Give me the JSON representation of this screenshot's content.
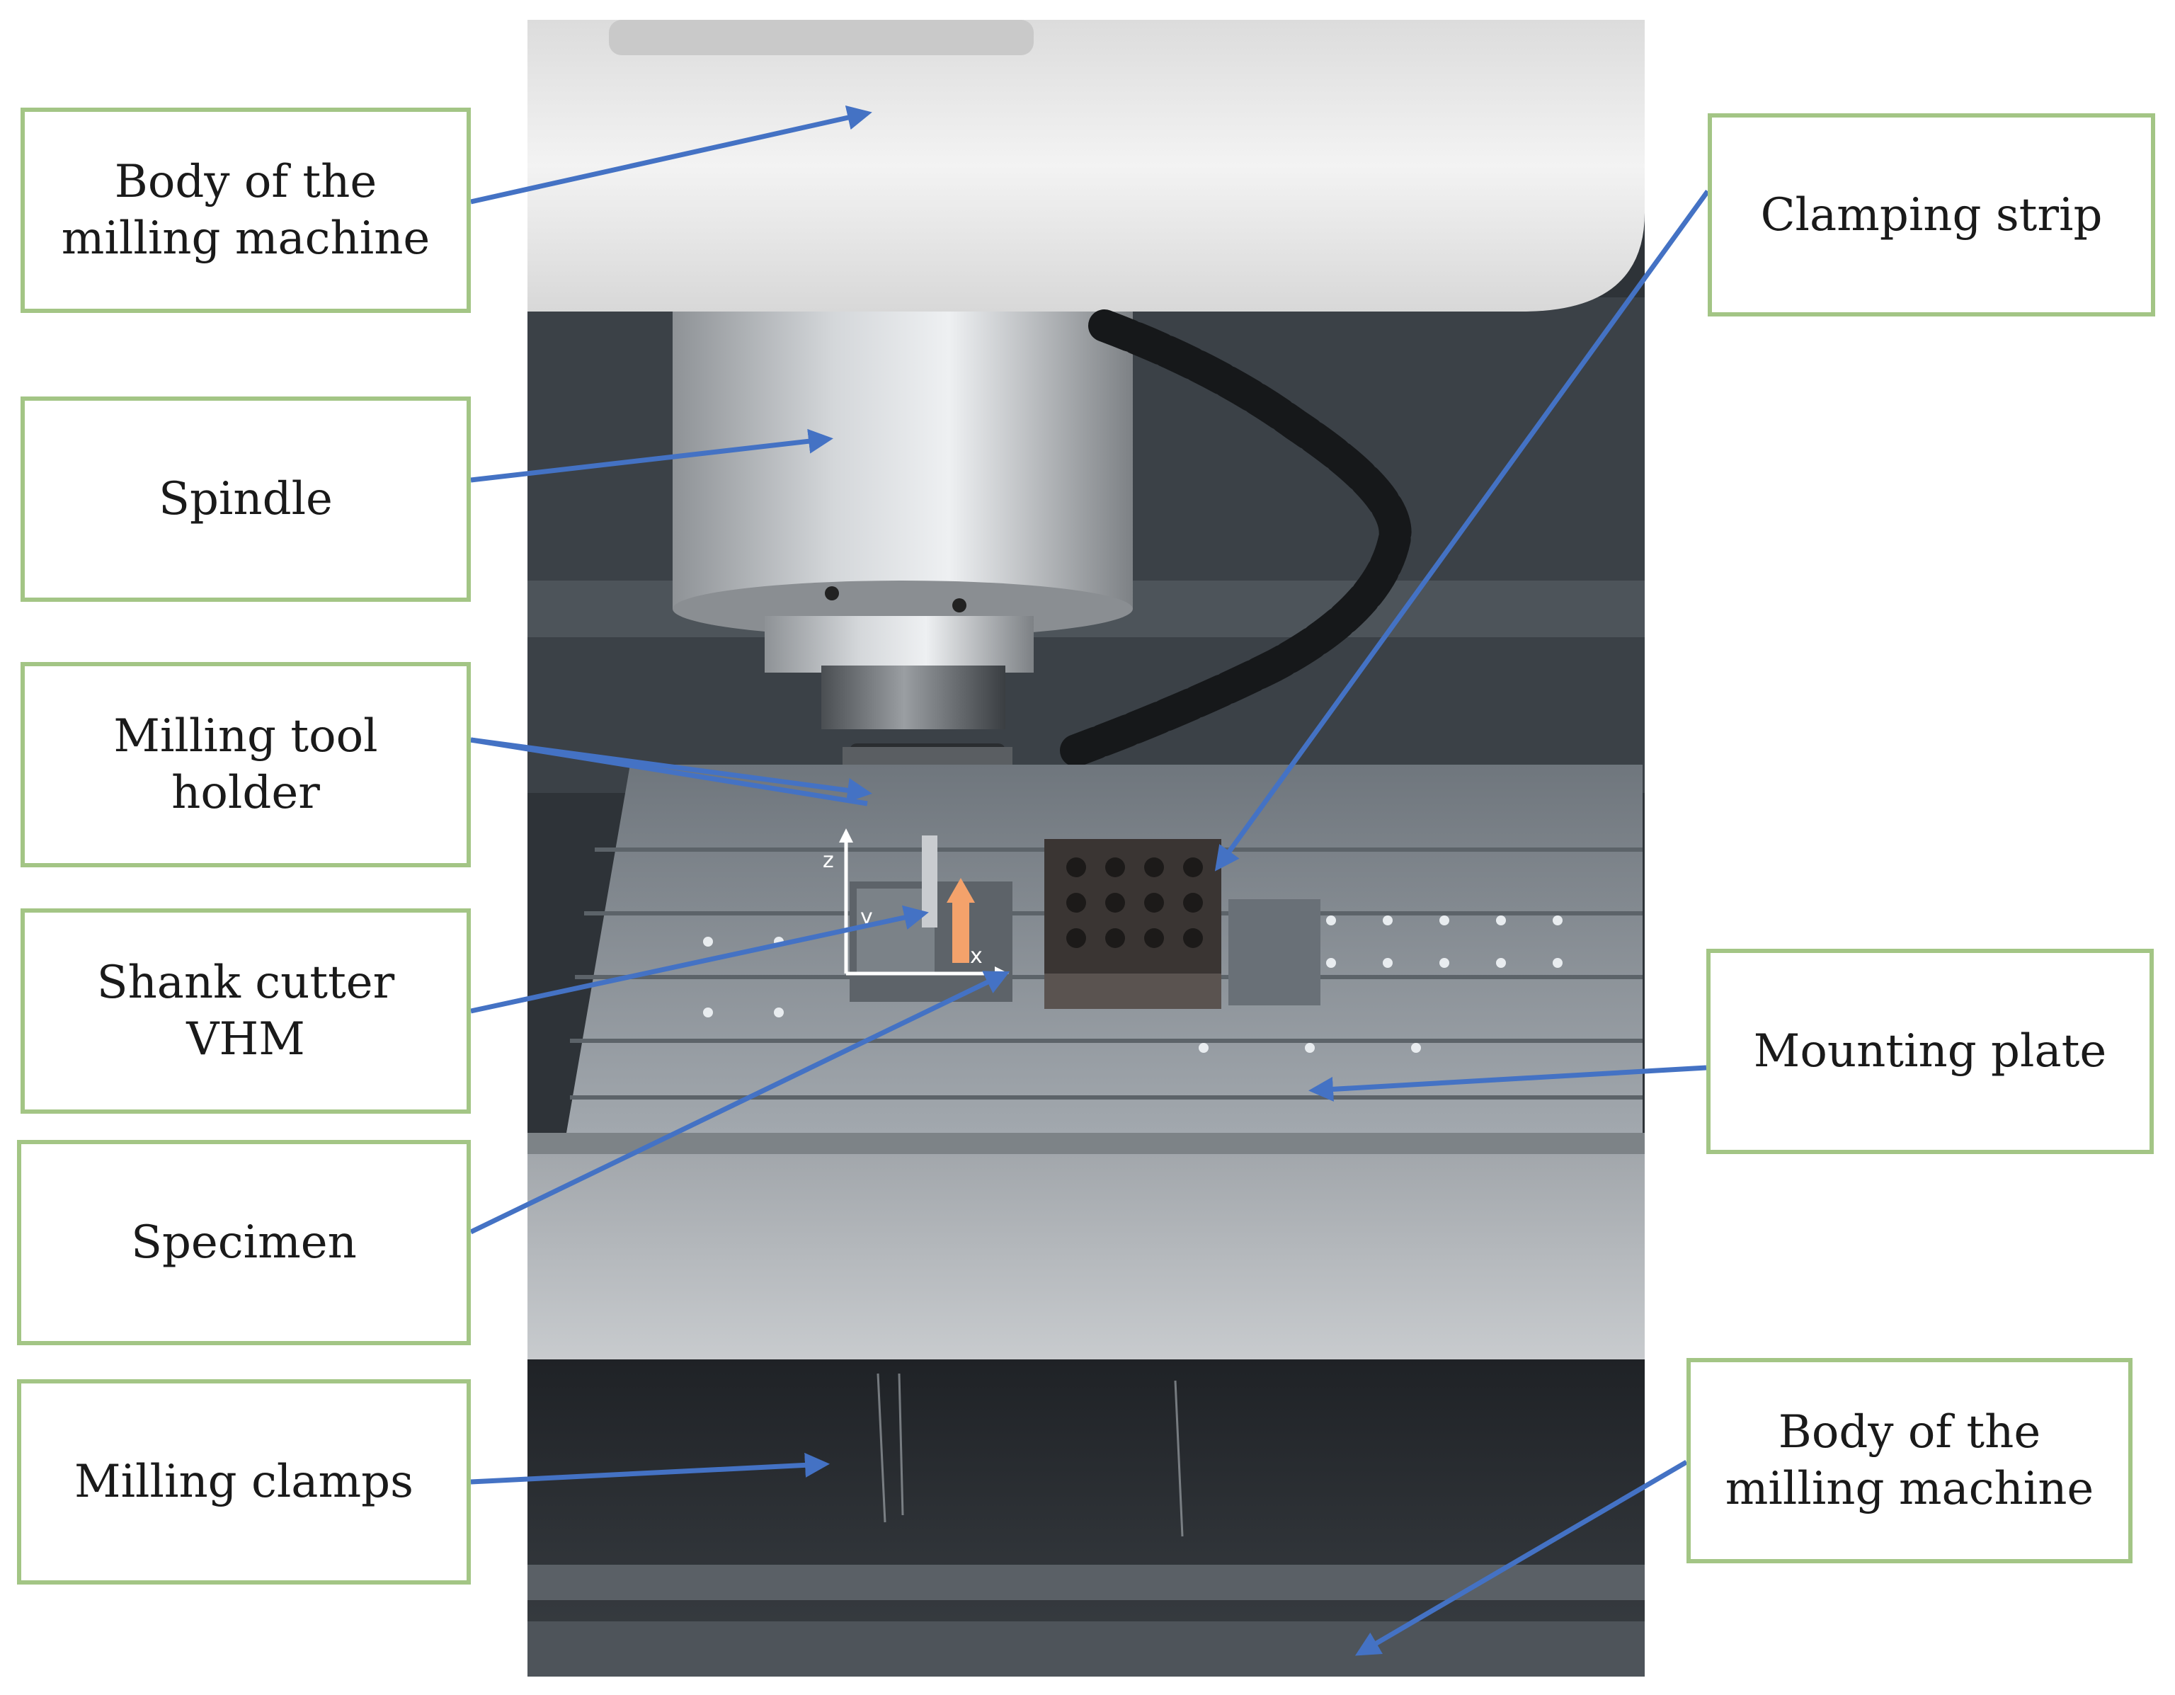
{
  "colors": {
    "box_border": "#a3c585",
    "arrow": "#4472c4",
    "text": "#1a1a1a",
    "machine_white": "#eeeeee",
    "spindle_steel": "#b8bcc0",
    "enclosure_dark": "#2e3338",
    "mounting_plate": "#8d949b",
    "clamping_strip": "#3a3533",
    "tool_path_marker": "#f4a26b"
  },
  "photo": {
    "description_icon": "cnc-milling-machine-photo",
    "axis_labels": {
      "z": "z",
      "y": "y",
      "x": "x"
    }
  },
  "labels": {
    "body_top": {
      "lines": [
        "Body of the",
        "milling machine"
      ]
    },
    "spindle": {
      "lines": [
        "Spindle"
      ]
    },
    "tool_holder": {
      "lines": [
        "Milling tool",
        "holder"
      ]
    },
    "shank_cutter": {
      "lines": [
        "Shank cutter",
        "VHM"
      ]
    },
    "specimen": {
      "lines": [
        "Specimen"
      ]
    },
    "milling_clamps": {
      "lines": [
        "Milling clamps"
      ]
    },
    "clamping_strip": {
      "lines": [
        "Clamping strip"
      ]
    },
    "mounting_plate": {
      "lines": [
        "Mounting plate"
      ]
    },
    "body_bottom": {
      "lines": [
        "Body of the",
        "milling machine"
      ]
    }
  }
}
